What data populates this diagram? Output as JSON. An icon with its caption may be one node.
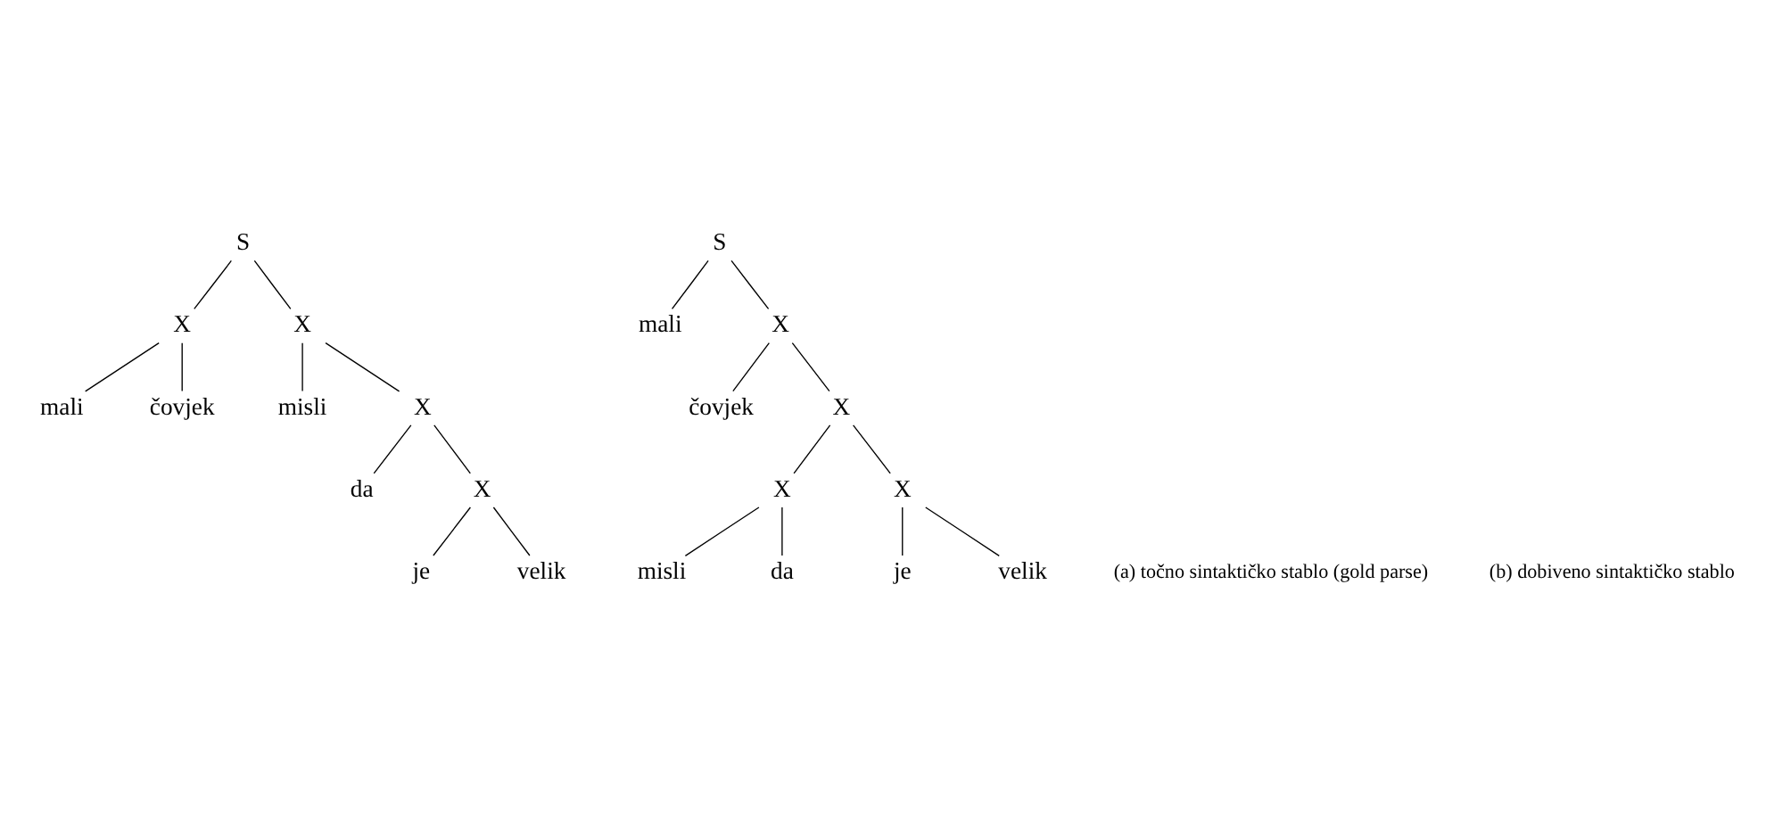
{
  "diagram": {
    "nodes": [
      {
        "text": [
          "S"
        ]
      },
      {
        "text": [
          "X"
        ]
      },
      {
        "text": [
          "X"
        ]
      },
      {
        "text": [
          "mali"
        ]
      },
      {
        "text": [
          "čovjek"
        ]
      },
      {
        "text": [
          "misli"
        ]
      },
      {
        "text": [
          "X"
        ]
      },
      {
        "text": [
          "da"
        ]
      },
      {
        "text": [
          "X"
        ]
      },
      {
        "text": [
          "je"
        ]
      },
      {
        "text": [
          "velik"
        ]
      },
      {
        "text": [
          "S"
        ]
      },
      {
        "text": [
          "mali"
        ]
      },
      {
        "text": [
          "X"
        ]
      },
      {
        "text": [
          "čovjek"
        ]
      },
      {
        "text": [
          "X"
        ]
      },
      {
        "text": [
          "X"
        ]
      },
      {
        "text": [
          "X"
        ]
      },
      {
        "text": [
          "misli"
        ]
      },
      {
        "text": [
          "da"
        ]
      },
      {
        "text": [
          "je"
        ]
      },
      {
        "text": [
          "velik"
        ]
      }
    ],
    "edges": [
      {
        "from": 0,
        "to": 1,
        "arrow": "none"
      },
      {
        "from": 0,
        "to": 2,
        "arrow": "none"
      },
      {
        "from": 1,
        "to": 3,
        "arrow": "none"
      },
      {
        "from": 1,
        "to": 4,
        "arrow": "none"
      },
      {
        "from": 2,
        "to": 5,
        "arrow": "none"
      },
      {
        "from": 2,
        "to": 6,
        "arrow": "none"
      },
      {
        "from": 6,
        "to": 7,
        "arrow": "none"
      },
      {
        "from": 6,
        "to": 8,
        "arrow": "none"
      },
      {
        "from": 8,
        "to": 9,
        "arrow": "none"
      },
      {
        "from": 8,
        "to": 10,
        "arrow": "none"
      },
      {
        "from": 11,
        "to": 12,
        "arrow": "none"
      },
      {
        "from": 11,
        "to": 13,
        "arrow": "none"
      },
      {
        "from": 13,
        "to": 14,
        "arrow": "none"
      },
      {
        "from": 13,
        "to": 15,
        "arrow": "none"
      },
      {
        "from": 15,
        "to": 16,
        "arrow": "none"
      },
      {
        "from": 15,
        "to": 17,
        "arrow": "none"
      },
      {
        "from": 16,
        "to": 18,
        "arrow": "none"
      },
      {
        "from": 16,
        "to": 19,
        "arrow": "none"
      },
      {
        "from": 17,
        "to": 20,
        "arrow": "none"
      },
      {
        "from": 17,
        "to": 21,
        "arrow": "none"
      }
    ],
    "labels": [
      "(a) točno sintaktičko stablo (gold parse)",
      "(b) dobiveno sintaktičko stablo"
    ]
  }
}
